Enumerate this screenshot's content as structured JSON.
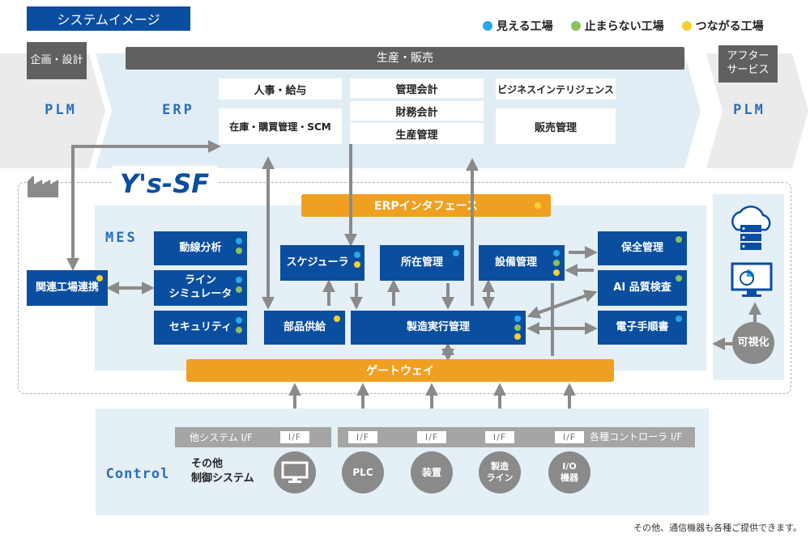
{
  "title": "システムイメージ",
  "legend": [
    {
      "label": "見える工場",
      "color": "#2aa8e8"
    },
    {
      "label": "止まらない工場",
      "color": "#8cc060"
    },
    {
      "label": "つながる工場",
      "color": "#f5d030"
    }
  ],
  "top": {
    "left_header": "企画・設計",
    "center_header": "生産・販売",
    "right_header": "アフター\nサービス",
    "plm_left": "PLM",
    "erp": "ERP",
    "plm_right": "PLM",
    "erp_modules": {
      "hr": "人事・給与",
      "mgmt_acct": "管理会計",
      "bi": "ビジネスインテリジェンス",
      "scm": "在庫・購買管理・SCM",
      "fin_acct": "財務会計",
      "prod_mgmt": "生産管理",
      "sales": "販売管理"
    }
  },
  "ys": {
    "logo": "Y's-SF",
    "erp_interface": "ERPインタフェース",
    "mes": "MES",
    "gateway": "ゲートウェイ",
    "boxes": {
      "flow": "動線分析",
      "line_sim": "ライン\nシミュレータ",
      "security": "セキュリティ",
      "related": "関連工場連携",
      "scheduler": "スケジューラ",
      "location": "所在管理",
      "equipment": "設備管理",
      "maintenance": "保全管理",
      "ai_quality": "AI 品質検査",
      "e_procedure": "電子手順書",
      "parts": "部品供給",
      "execution": "製造実行管理"
    },
    "visualize": "可視化"
  },
  "control": {
    "label": "Control",
    "other_if": "他システム I/F",
    "ctrl_if": "各種コントローラ I/F",
    "if_chip": "I/F",
    "other_ctrl": "その他\n制御システム",
    "devices": [
      "PLC",
      "装置",
      "製造\nライン",
      "I/O\n機器"
    ]
  },
  "footnote": "その他、通信機器も各種ご提供できます。"
}
